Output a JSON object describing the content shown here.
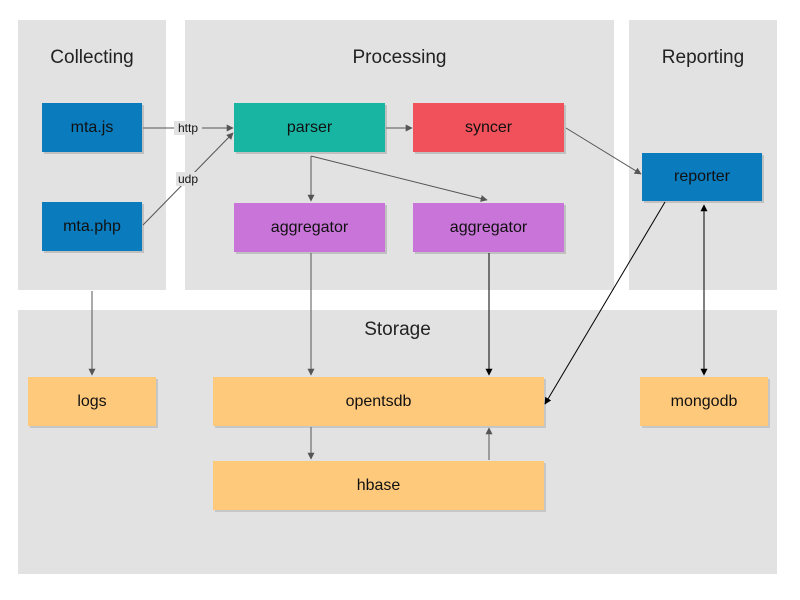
{
  "colors": {
    "panel": "#e2e2e2",
    "blue": "#0a7bbd",
    "teal": "#18b5a3",
    "red": "#f0515a",
    "purple": "#c874d8",
    "orange": "#ffc97b",
    "edge_gray": "#555555",
    "edge_black": "#000000"
  },
  "panels": {
    "collecting": "Collecting",
    "processing": "Processing",
    "reporting": "Reporting",
    "storage": "Storage"
  },
  "nodes": {
    "mta_js": "mta.js",
    "mta_php": "mta.php",
    "parser": "parser",
    "syncer": "syncer",
    "reporter": "reporter",
    "aggregator_left": "aggregator",
    "aggregator_right": "aggregator",
    "logs": "logs",
    "opentsdb": "opentsdb",
    "mongodb": "mongodb",
    "hbase": "hbase"
  },
  "edges": {
    "http": "http",
    "udp": "udp"
  }
}
